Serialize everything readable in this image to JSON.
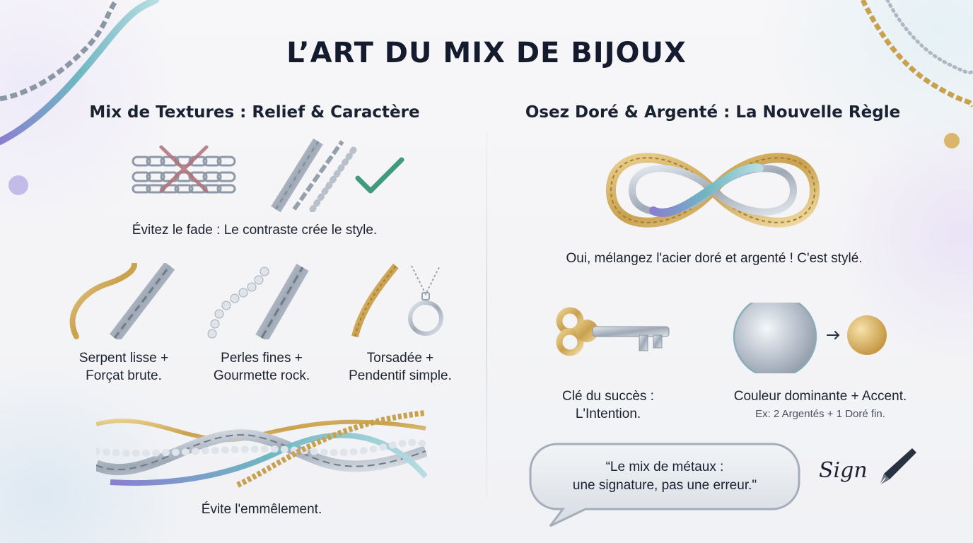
{
  "title": "L’ART DU MIX DE BIJOUX",
  "left_section": {
    "heading": "Mix de Textures : Relief & Caractère",
    "avoid_caption": "Évitez le fade : Le contraste crée le style.",
    "combos": [
      {
        "line1": "Serpent lisse +",
        "line2": "Forçat brute."
      },
      {
        "line1": "Perles fines +",
        "line2": "Gourmette rock."
      },
      {
        "line1": "Torsadée +",
        "line2": "Pendentif simple."
      }
    ],
    "tangle_caption": "Évite l'emmêlement."
  },
  "right_section": {
    "heading": "Osez Doré & Argenté : La Nouvelle Règle",
    "mix_caption": "Oui, mélangez l'acier doré et argenté ! C'est stylé.",
    "key": {
      "line1": "Clé du succès :",
      "line2": "L'Intention."
    },
    "dominant": {
      "line1": "Couleur dominante + Accent.",
      "example": "Ex: 2 Argentés + 1 Doré fin."
    },
    "quote": {
      "line1": "“Le mix de métaux :",
      "line2": "une signature, pas une erreur.\""
    },
    "signature": "Sign"
  },
  "colors": {
    "gold": "#c9a14e",
    "silver": "#a9b3c0",
    "teal": "#6fb7c2",
    "lavender": "#9a8fd0",
    "cross": "#b2707a",
    "check": "#3f9a7e"
  }
}
